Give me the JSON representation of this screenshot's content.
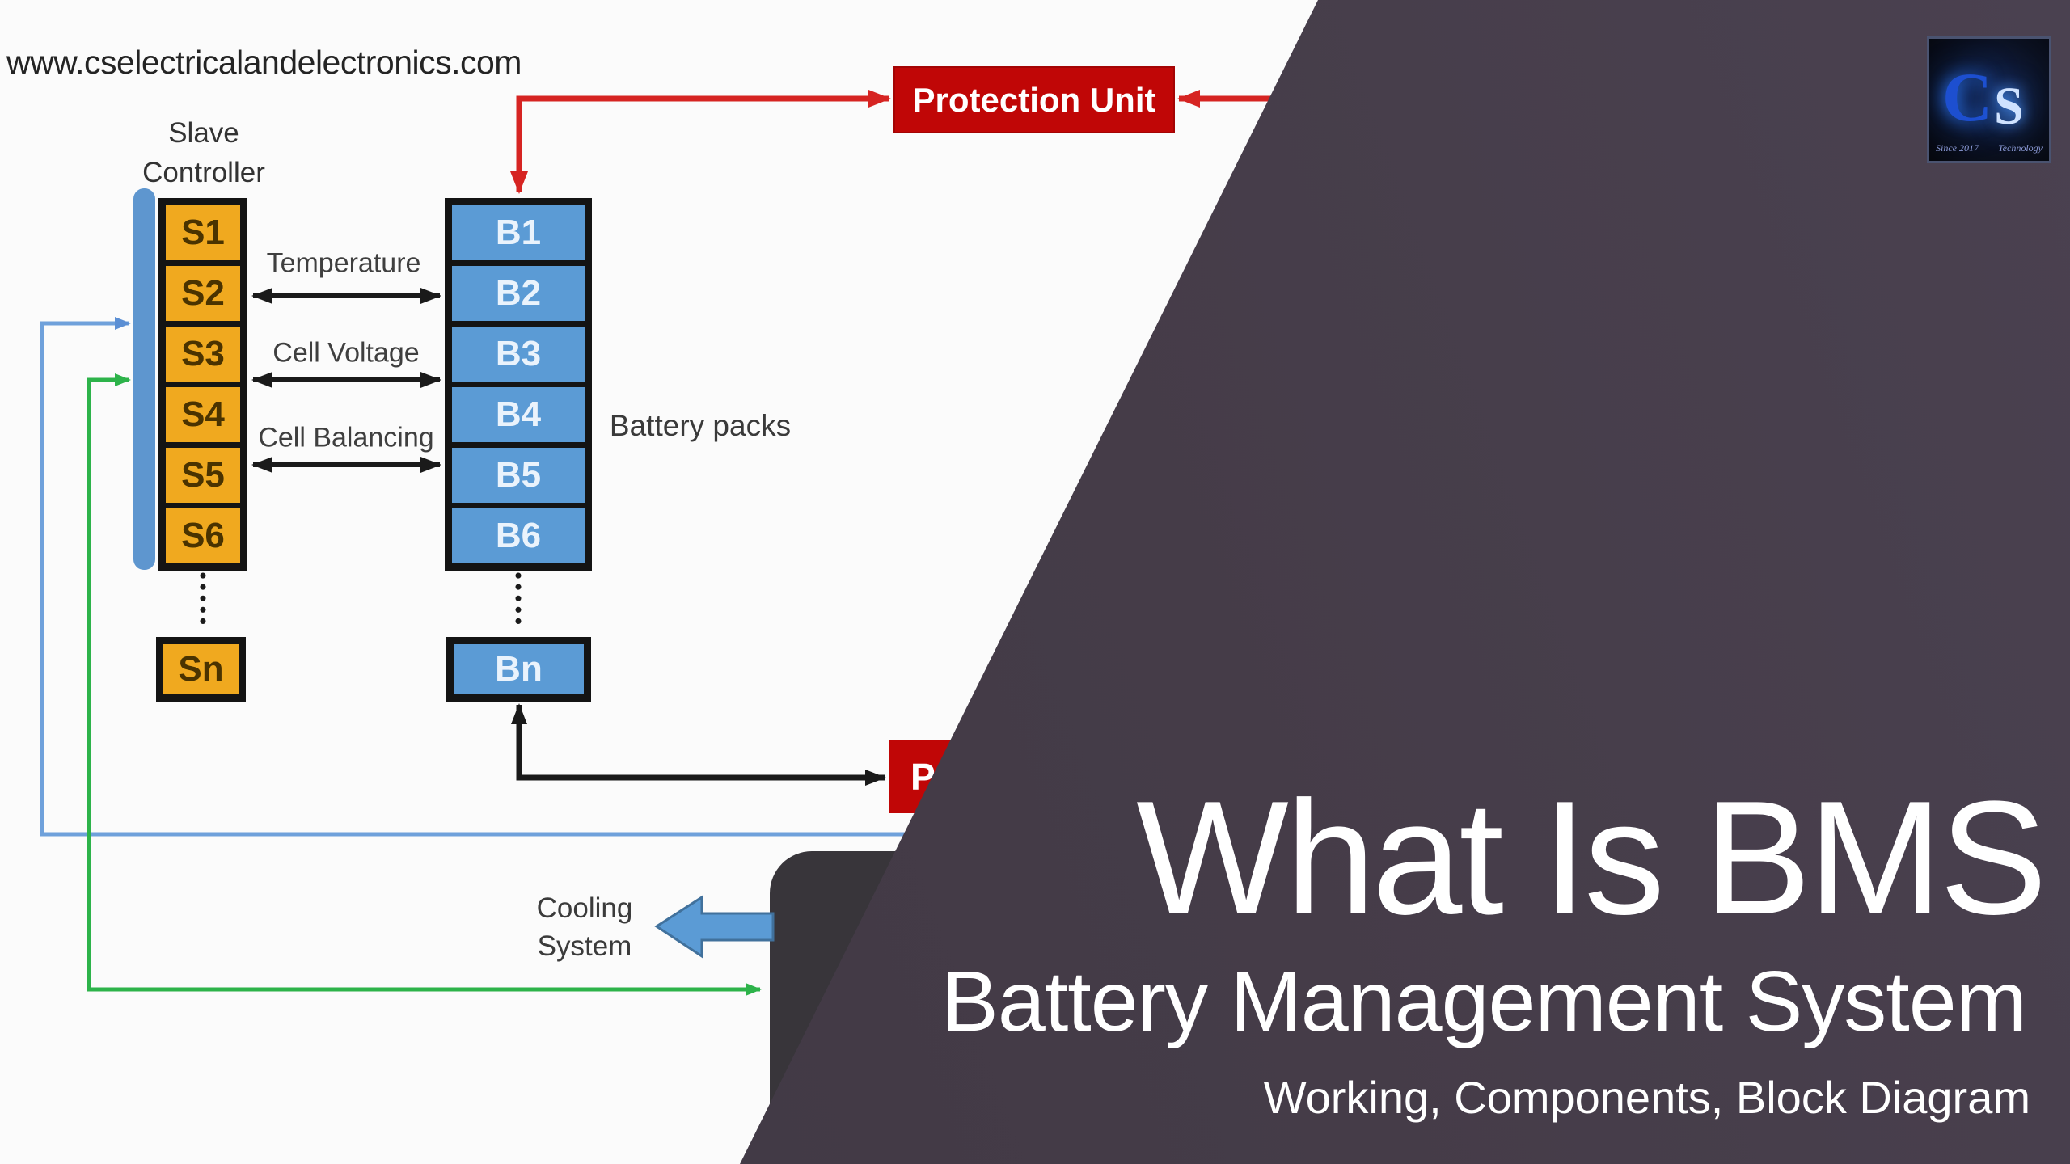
{
  "site_url": "www.cselectricalandelectronics.com",
  "diagram": {
    "slave_label_line1": "Slave",
    "slave_label_line2": "Controller",
    "slave_cells": [
      "S1",
      "S2",
      "S3",
      "S4",
      "S5",
      "S6"
    ],
    "slave_more": "Sn",
    "battery_cells": [
      "B1",
      "B2",
      "B3",
      "B4",
      "B5",
      "B6"
    ],
    "battery_more": "Bn",
    "battery_packs_label": "Battery packs",
    "signals": [
      "Temperature",
      "Cell Voltage",
      "Cell Balancing"
    ],
    "protection_unit_label": "Protection Unit",
    "partial_red_box_visible_text": "P",
    "cooling_label_line1": "Cooling",
    "cooling_label_line2": "System"
  },
  "overlay": {
    "title": "What Is BMS",
    "subtitle": "Battery Management System",
    "tagline": "Working, Components, Block Diagram"
  },
  "logo": {
    "letter_c": "C",
    "letter_s": "S",
    "since_text": "Since 2017",
    "brand_text": "Technology"
  },
  "colors": {
    "slave_cell": "#F0A91F",
    "battery_cell": "#5B9BD5",
    "red_box": "#C00606",
    "red_line": "#D62422",
    "green_line": "#2DB34A",
    "blue_line": "#6FA1DB",
    "black_line": "#1A1A1A",
    "overlay_bg": "#453C48",
    "device_bg": "#3A373C",
    "page_bg": "#FBFBFB"
  }
}
